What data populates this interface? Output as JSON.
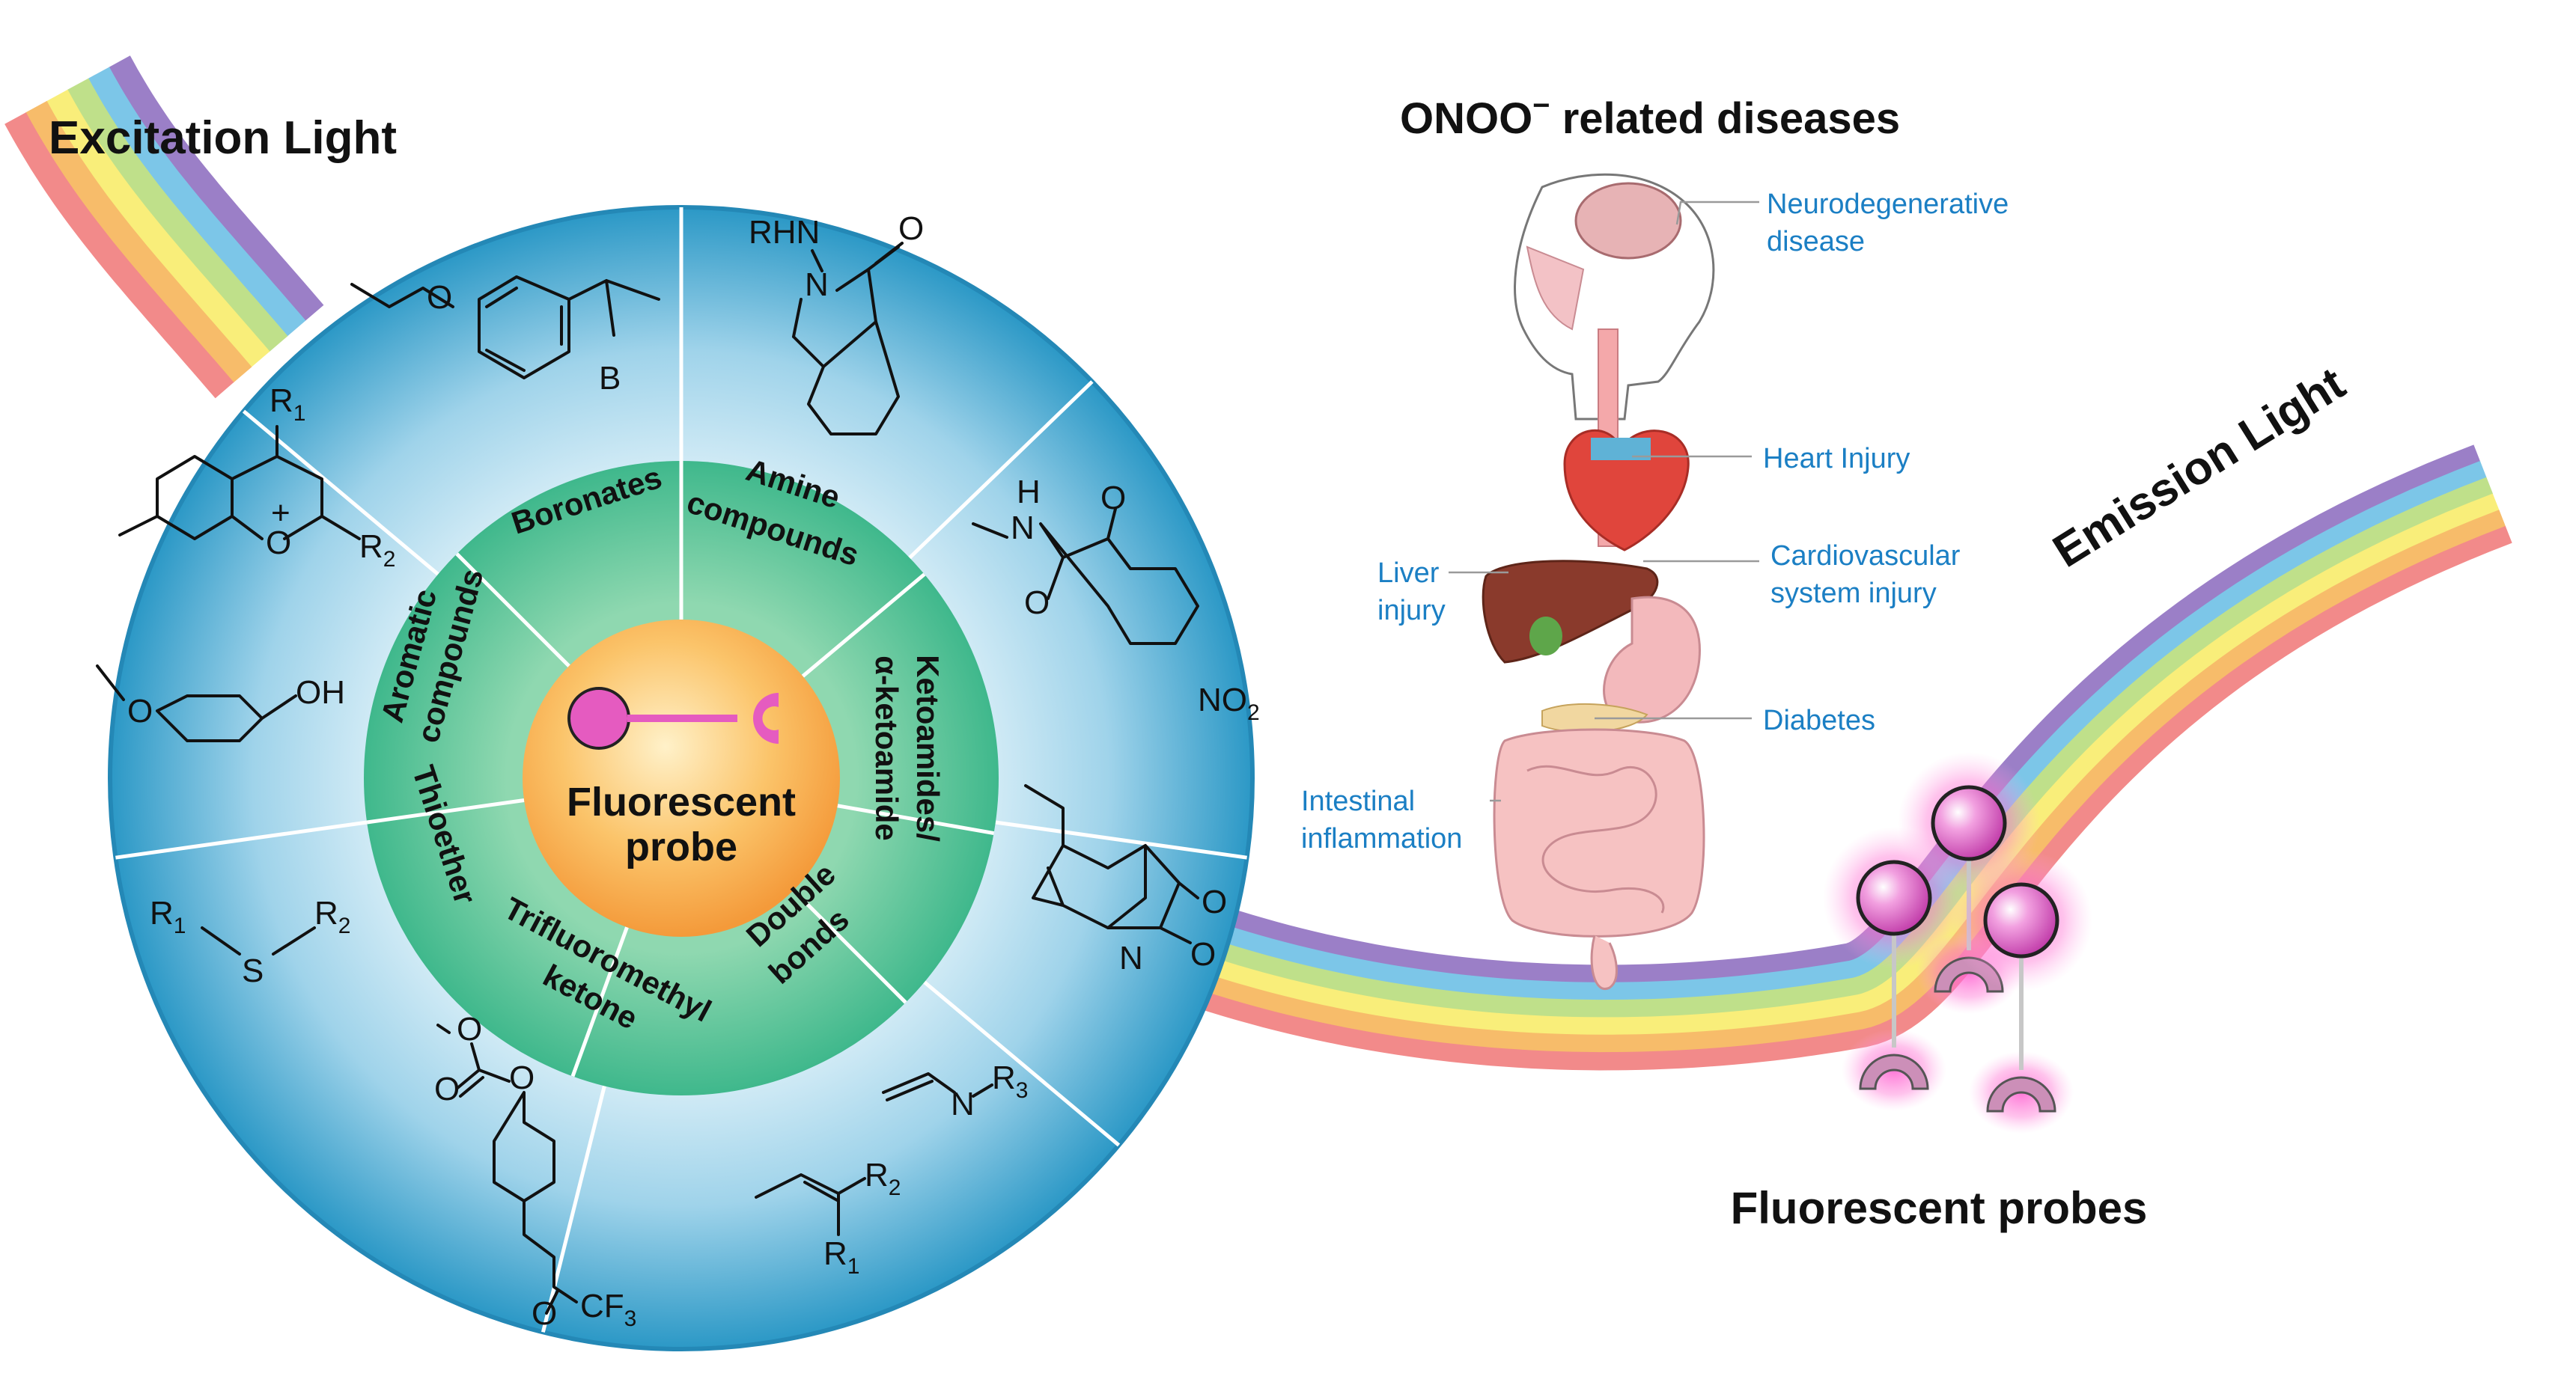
{
  "titles": {
    "excitation": "Excitation Light",
    "emission": "Emission Light",
    "diseases_title_main": "ONOO",
    "diseases_title_sup": "−",
    "diseases_title_rest": " related diseases",
    "probes": "Fluorescent probes"
  },
  "center": {
    "line1": "Fluorescent",
    "line2": "probe"
  },
  "segments": [
    {
      "line1": "Boronates",
      "line2": ""
    },
    {
      "line1": "Amine",
      "line2": "compounds"
    },
    {
      "line1": "Ketoamides/",
      "line2": "α-ketoamide"
    },
    {
      "line1": "Double",
      "line2": "bonds"
    },
    {
      "line1": "Trifluoromethyl",
      "line2": "ketone"
    },
    {
      "line1": "Thioether",
      "line2": ""
    },
    {
      "line1": "Aromatic",
      "line2": "compounds"
    }
  ],
  "chem_labels": {
    "rhn": "RHN",
    "n": "N",
    "o": "O",
    "b": "B",
    "h": "H",
    "no2": "NO",
    "no2_sub": "2",
    "oh": "OH",
    "r": "R",
    "r1_sub": "1",
    "r2_sub": "2",
    "r3_sub": "3",
    "s": "S",
    "plus": "+",
    "cf3": "CF",
    "cf3_sub": "3"
  },
  "diseases": [
    {
      "line1": "Neurodegenerative",
      "line2": "disease"
    },
    {
      "line1": "Heart Injury",
      "line2": ""
    },
    {
      "line1": "Cardiovascular",
      "line2": "system injury"
    },
    {
      "line1": "Liver",
      "line2": "injury"
    },
    {
      "line1": "Diabetes",
      "line2": ""
    },
    {
      "line1": "Intestinal",
      "line2": "inflammation"
    }
  ],
  "colors": {
    "outer_ring": "#2a9dc8",
    "segment_ring": "#3fb88c",
    "center": "#f7a444",
    "probe": "#e55bc0",
    "disease_text": "#1b7fc4",
    "rainbow": [
      "#9b7fc7",
      "#7cc6e8",
      "#bfe08a",
      "#f9ee7a",
      "#f7bc6a",
      "#f28a8a"
    ]
  }
}
